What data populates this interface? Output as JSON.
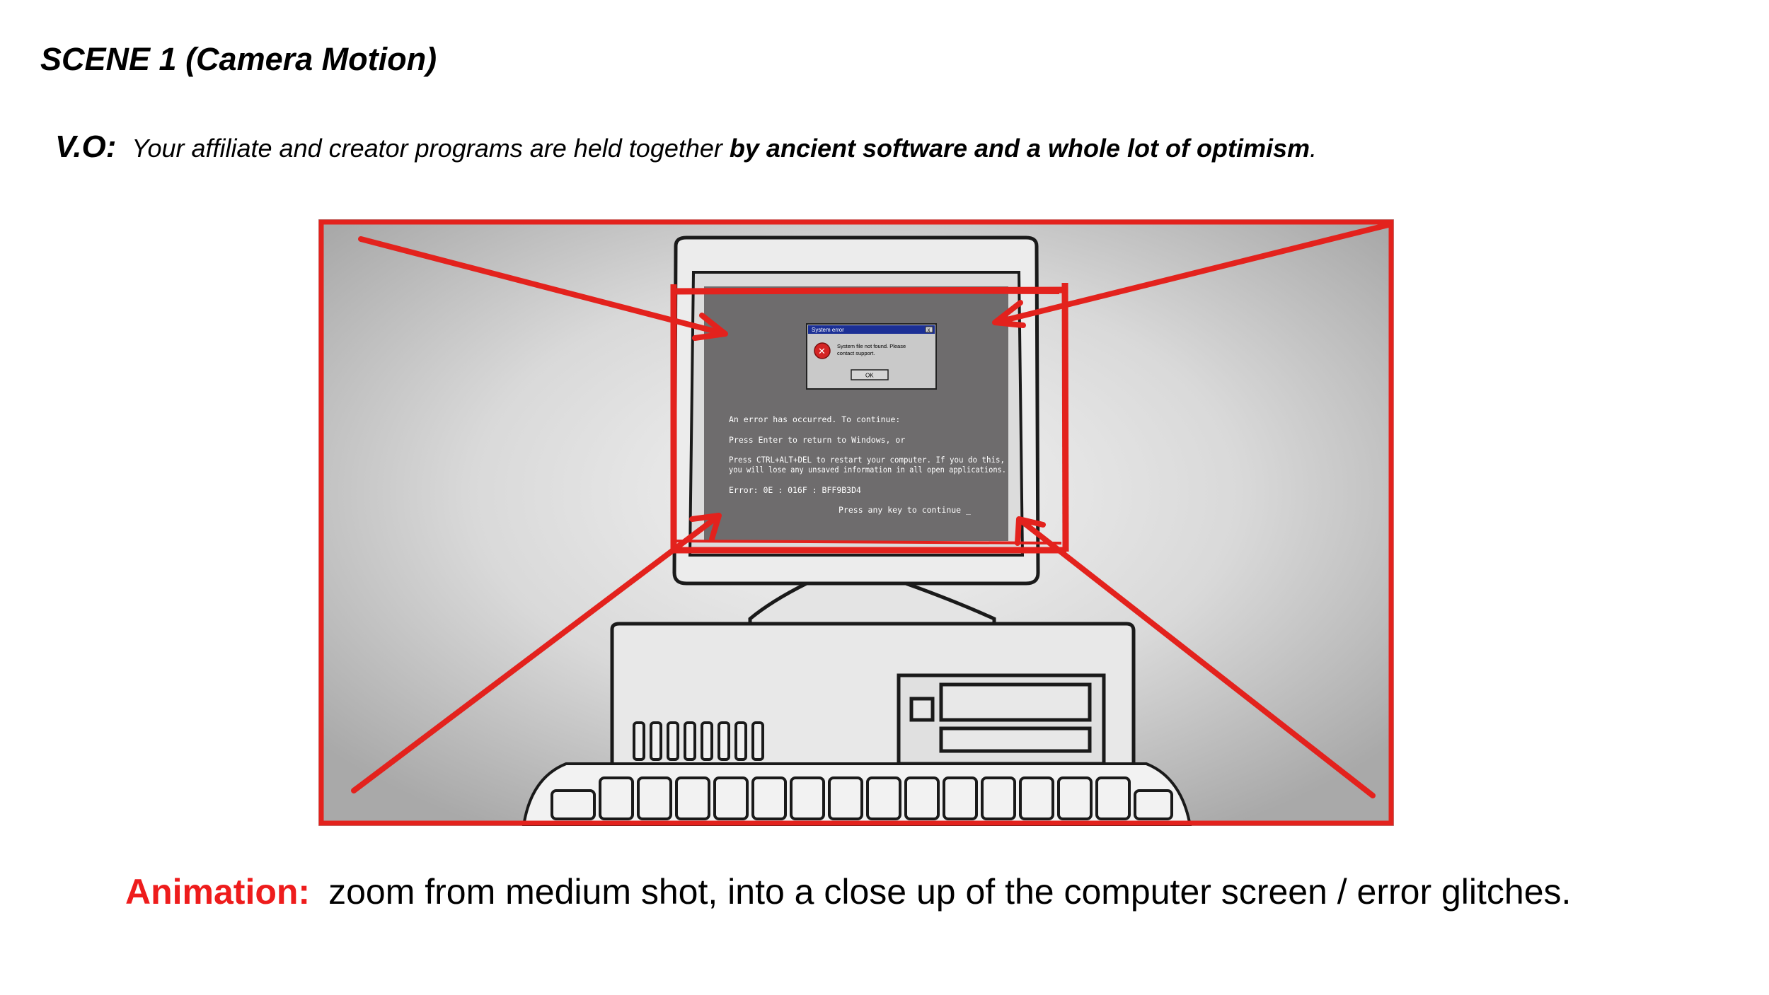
{
  "scene_title": "SCENE 1 (Camera Motion)",
  "voice_over": {
    "label": "V.O:",
    "text_plain": "Your affiliate and creator programs are held together ",
    "text_bold": "by ancient software and a whole lot of optimism",
    "text_end": "."
  },
  "illustration": {
    "dialog": {
      "title": "System error",
      "message_line1": "System file not found. Please",
      "message_line2": "contact support.",
      "ok_label": "OK",
      "close_glyph": "x",
      "error_glyph": "✕"
    },
    "screen_lines": {
      "line1": "An error has occurred. To continue:",
      "line2": "Press Enter to return to Windows, or",
      "line3": "Press CTRL+ALT+DEL to restart your computer. If you do this,",
      "line4": "you will lose any unsaved information in all open applications.",
      "line5": "Error: 0E : 016F : BFF9B3D4",
      "line6": "Press any key to continue _"
    },
    "colors": {
      "frame_red": "#e3221d",
      "screen_gray": "#6e6c6d",
      "dialog_title_blue": "#1b2f95",
      "background_gray": "#bdbdbd"
    }
  },
  "animation": {
    "label": "Animation:",
    "text": "zoom from medium shot, into a close up of the computer screen / error glitches."
  }
}
